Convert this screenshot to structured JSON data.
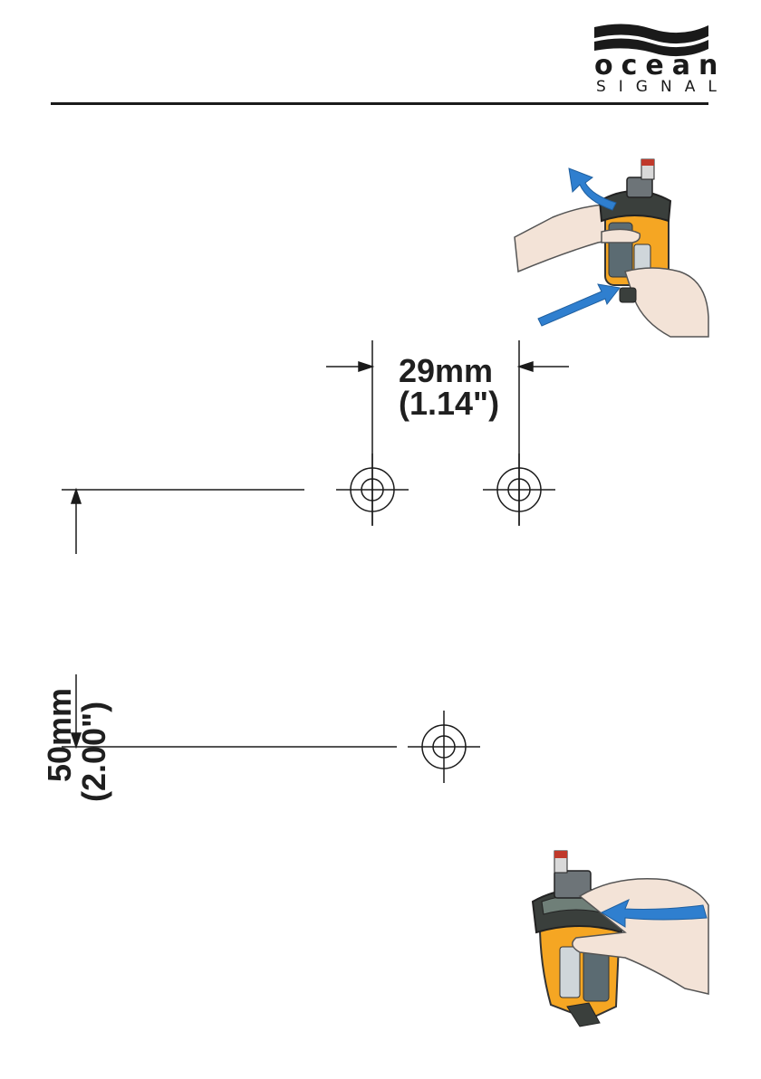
{
  "header": {
    "brand_word": "ocean",
    "brand_sub": "SIGNAL"
  },
  "template": {
    "width_label": "29mm",
    "width_label_imperial": "(1.14\")",
    "height_label": "50mm",
    "height_label_imperial": "(2.00\")"
  },
  "colors": {
    "arrow_blue": "#2f7fcf",
    "device_yellow": "#f5a623",
    "device_dark": "#3a3f3c",
    "line": "#1a1a1a",
    "skin": "#f3e3d7"
  },
  "icons": [
    "wave-logo-icon",
    "crosshair-icon",
    "dimension-arrow-icon"
  ]
}
